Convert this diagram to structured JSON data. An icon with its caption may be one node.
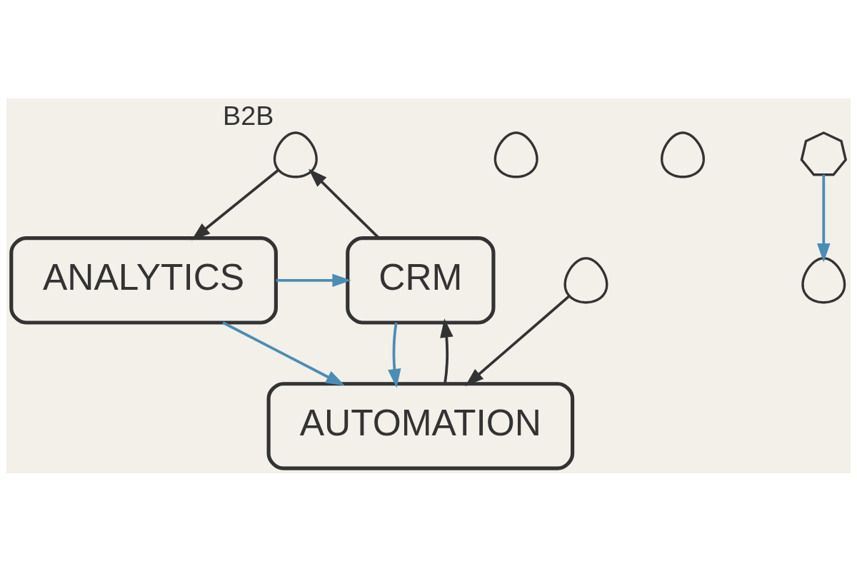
{
  "diagram": {
    "nodes": [
      {
        "text": [],
        "shape": "person",
        "beside": [
          "B2B"
        ]
      },
      {
        "text": [
          "CRM"
        ]
      },
      {
        "text": [
          "ANALYTICS"
        ]
      },
      {
        "text": [],
        "shape": "person"
      },
      {
        "text": [],
        "shape": "person"
      },
      {
        "text": [],
        "shape": "person"
      },
      {
        "text": [
          "AUTOMATION"
        ]
      },
      {
        "text": [],
        "shape": "gear"
      },
      {
        "text": [],
        "shape": "person"
      }
    ],
    "edges": [
      {
        "from": 1,
        "to": 0,
        "arrow": "to"
      },
      {
        "from": 0,
        "to": 2,
        "arrow": "to"
      },
      {
        "from": 2,
        "to": 1,
        "arrow": "to",
        "color": "#4a8db5"
      },
      {
        "from": 1,
        "to": 6,
        "arrow": "to",
        "color": "#4a8db5"
      },
      {
        "from": 2,
        "to": 6,
        "arrow": "to",
        "color": "#4a8db5"
      },
      {
        "from": 6,
        "to": 1,
        "arrow": "to"
      },
      {
        "from": 5,
        "to": 6,
        "arrow": "to"
      },
      {
        "from": 7,
        "to": 8,
        "arrow": "to",
        "color": "#4a8db5"
      }
    ]
  }
}
